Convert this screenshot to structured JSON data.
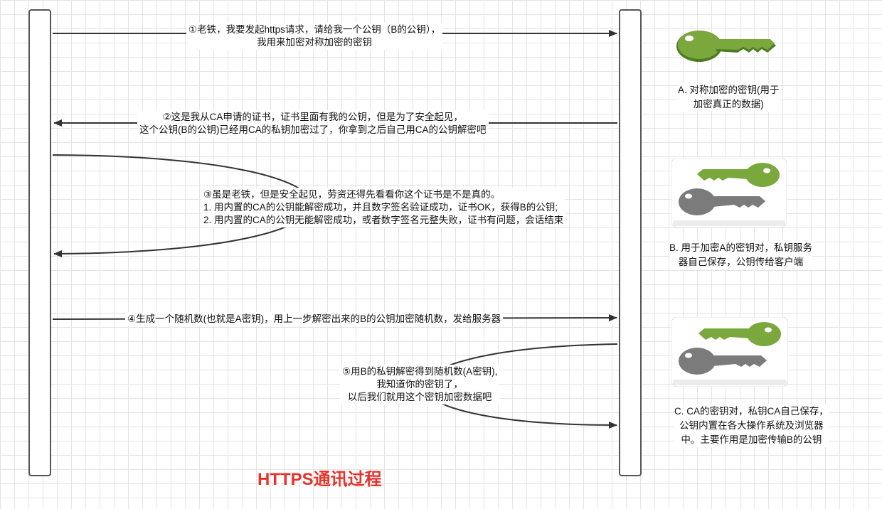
{
  "title": "HTTPS通讯过程",
  "messages": {
    "m1": [
      "①老铁，我要发起https请求，请给我一个公钥（B的公钥），",
      "我用来加密对称加密的密钥"
    ],
    "m2": [
      "②这是我从CA申请的证书，证书里面有我的公钥，但是为了安全起见，",
      "这个公钥(B的公钥)已经用CA的私钥加密过了，你拿到之后自己用CA的公钥解密吧"
    ],
    "m3": [
      "③虽是老铁，但是安全起见，劳资还得先看看你这个证书是不是真的。",
      "1. 用内置的CA的公钥能解密成功，并且数字签名验证成功，证书OK，获得B的公钥;",
      "2. 用内置的CA的公钥无能解密成功，或者数字签名元整失败，证书有问题，会话结束"
    ],
    "m4": [
      "④生成一个随机数(也就是A密钥)，用上一步解密出来的B的公钥加密随机数，发给服务器"
    ],
    "m5": [
      "⑤用B的私钥解密得到随机数(A密钥),",
      "我知道你的密钥了，",
      "以后我们就用这个密钥加密数据吧"
    ]
  },
  "keys": {
    "a": {
      "caption": [
        "A. 对称加密的密钥(用于",
        "加密真正的数据)"
      ],
      "color": "#7aa83c",
      "icon": "single-green-key-icon"
    },
    "b": {
      "caption": [
        "B. 用于加密A的密钥对，私钥服务",
        "器自己保存，公钥传给客户端"
      ],
      "colors": [
        "#7aa83c",
        "#7b7b7b"
      ],
      "icon": "key-pair-icon"
    },
    "c": {
      "caption": [
        "C. CA的密钥对，私钥CA自己保存，",
        "公钥内置在各大操作系统及浏览器",
        "中。主要作用是加密传输B的公钥"
      ],
      "colors": [
        "#7aa83c",
        "#7b7b7b"
      ],
      "icon": "key-pair-icon"
    }
  },
  "colors": {
    "title": "#e8322b",
    "line": "#333333",
    "lifeline_border": "#555555"
  }
}
